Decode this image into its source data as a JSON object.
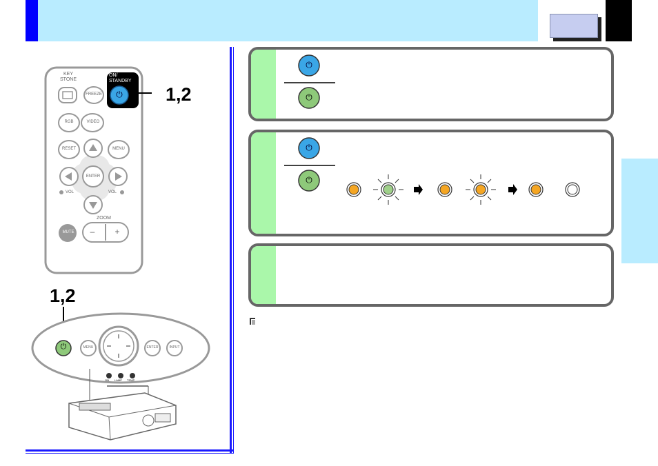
{
  "remote": {
    "keystone_label": "KEY\nSTONE",
    "on_standby_label": "ON/\nSTANDBY",
    "freeze": "FREEZE",
    "rgb": "RGB",
    "video": "VIDEO",
    "reset": "RESET",
    "menu": "MENU",
    "enter": "ENTER",
    "vol_minus": "VOL",
    "vol_plus": "VOL",
    "zoom": "ZOOM",
    "mute": "MUTE",
    "minus": "–",
    "plus": "+",
    "callout": "1,2"
  },
  "panel": {
    "callout": "1,2",
    "menu": "MENU",
    "enter": "ENTER",
    "input": "INPUT",
    "led_on": "ON",
    "led_lamp": "LAMP",
    "led_temp": "TEMP"
  },
  "colors": {
    "header_bar": "#b9ecff",
    "header_accent": "#0000ff",
    "page_tab": "#c6cdf0",
    "side_tab": "#b9ecff",
    "step_fill": "#aaf7aa",
    "power_blue": "#3aa6e6",
    "power_green": "#8ec97a",
    "led_orange": "#f5a623",
    "led_green": "#9fd08a"
  }
}
